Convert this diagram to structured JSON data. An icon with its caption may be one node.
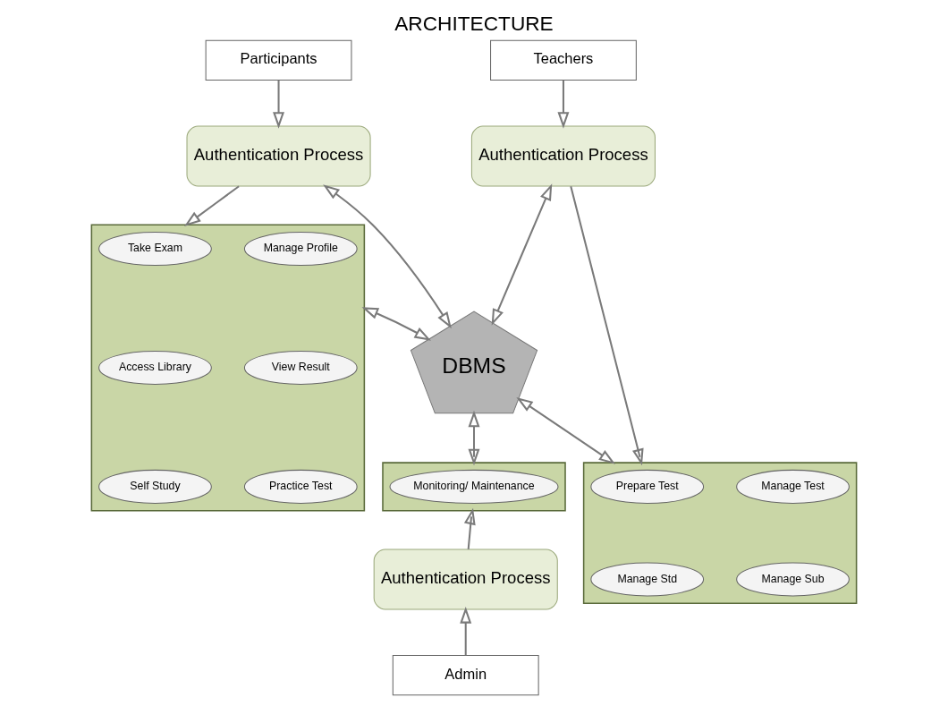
{
  "diagram": {
    "title": "ARCHITECTURE",
    "nodes": [
      {
        "text": [
          "Participants"
        ]
      },
      {
        "text": [
          "Teachers"
        ]
      },
      {
        "text": [
          "Authentication Process"
        ]
      },
      {
        "text": [
          "DBMS"
        ]
      },
      {
        "text": [
          "Authentication Process"
        ]
      },
      {
        "text": [],
        "shape": "box"
      },
      {
        "text": [
          "Take Exam"
        ],
        "in": 5
      },
      {
        "text": [
          "Manage Profile"
        ],
        "in": 5
      },
      {
        "text": [
          "Access Library"
        ],
        "in": 5
      },
      {
        "text": [
          "View Result"
        ],
        "in": 5
      },
      {
        "text": [
          "Self Study"
        ],
        "in": 5
      },
      {
        "text": [
          "Practice Test"
        ],
        "in": 5
      },
      {
        "text": [],
        "shape": "box"
      },
      {
        "text": [
          "Prepare Test"
        ],
        "in": 12
      },
      {
        "text": [
          "Manage Test"
        ],
        "in": 12
      },
      {
        "text": [
          "Manage Std"
        ],
        "in": 12
      },
      {
        "text": [
          "Manage Sub"
        ],
        "in": 12
      },
      {
        "text": [],
        "shape": "box"
      },
      {
        "text": [
          "Monitoring/ Maintenance"
        ],
        "in": 17
      },
      {
        "text": [
          "Authentication Process"
        ]
      },
      {
        "text": [
          "Admin"
        ]
      }
    ],
    "edges": [
      {
        "from": 0,
        "to": 2,
        "arrow": "to"
      },
      {
        "from": 2,
        "to": 5,
        "arrow": "to"
      },
      {
        "from": 2,
        "to": 3,
        "arrow": "both"
      },
      {
        "from": 1,
        "to": 4,
        "arrow": "to"
      },
      {
        "from": 4,
        "to": 3,
        "arrow": "both"
      },
      {
        "from": 4,
        "to": 12,
        "arrow": "to"
      },
      {
        "from": 5,
        "to": 3,
        "arrow": "both"
      },
      {
        "from": 3,
        "to": 12,
        "arrow": "both"
      },
      {
        "from": 3,
        "to": 17,
        "arrow": "both"
      },
      {
        "from": 19,
        "to": 17,
        "arrow": "to"
      },
      {
        "from": 20,
        "to": 19,
        "arrow": "to"
      }
    ]
  }
}
